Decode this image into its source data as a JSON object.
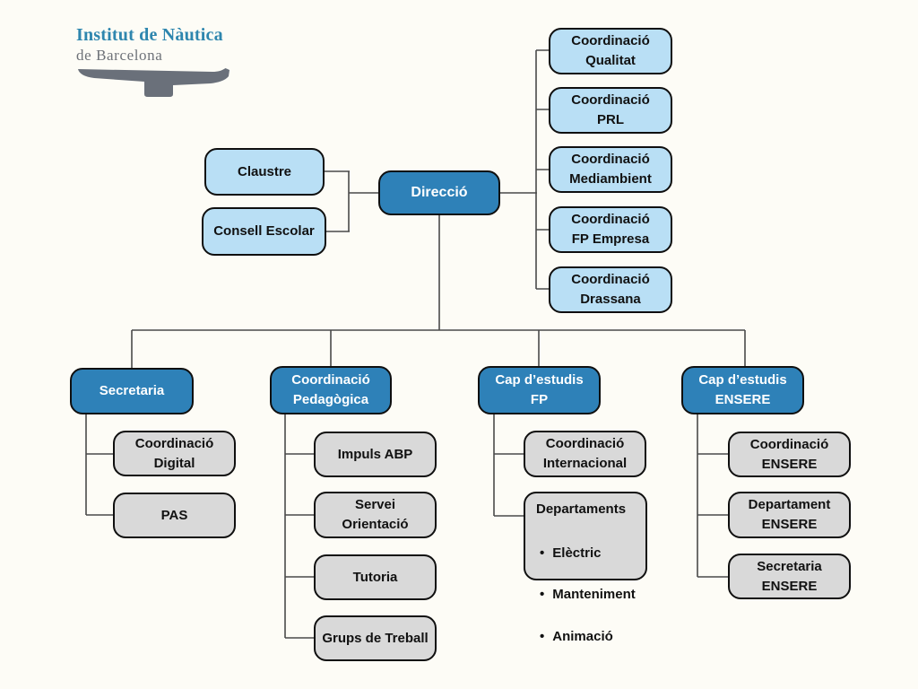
{
  "colors": {
    "background": "#FDFCF6",
    "dark_node": "#2E81B8",
    "light_node": "#B9DFF5",
    "gray_node": "#D9D9D9",
    "border": "#0F0F0F",
    "line": "#4A4A4A",
    "dark_text": "#FFFFFF",
    "light_text": "#111111",
    "logo_title": "#2E86AE",
    "logo_subtitle": "#6E7278",
    "boat": "#6A707A"
  },
  "logo": {
    "title": "Institut de Nàutica",
    "subtitle": "de Barcelona",
    "icon": "sailboat-hull-icon"
  },
  "chart": {
    "root": {
      "label": "Direcció"
    },
    "advisory": [
      {
        "label": "Claustre"
      },
      {
        "label": "Consell Escolar"
      }
    ],
    "coordinations_right": [
      {
        "label": "Coordinació\nQualitat"
      },
      {
        "label": "Coordinació\nPRL"
      },
      {
        "label": "Coordinació\nMediambient"
      },
      {
        "label": "Coordinació\nFP Empresa"
      },
      {
        "label": "Coordinació\nDrassana"
      }
    ],
    "branches": [
      {
        "head": "Secretaria",
        "children": [
          {
            "label": "Coordinació\nDigital"
          },
          {
            "label": "PAS"
          }
        ]
      },
      {
        "head": "Coordinació\nPedagògica",
        "children": [
          {
            "label": "Impuls ABP"
          },
          {
            "label": "Servei\nOrientació"
          },
          {
            "label": "Tutoria"
          },
          {
            "label": "Grups de Treball"
          }
        ]
      },
      {
        "head": "Cap d’estudis\nFP",
        "children": [
          {
            "label": "Coordinació\nInternacional"
          },
          {
            "title": "Departaments",
            "items": [
              "Elèctric",
              "Manteniment",
              "Animació"
            ]
          }
        ]
      },
      {
        "head": "Cap d’estudis\nENSERE",
        "children": [
          {
            "label": "Coordinació\nENSERE"
          },
          {
            "label": "Departament\nENSERE"
          },
          {
            "label": "Secretaria\nENSERE"
          }
        ]
      }
    ]
  }
}
